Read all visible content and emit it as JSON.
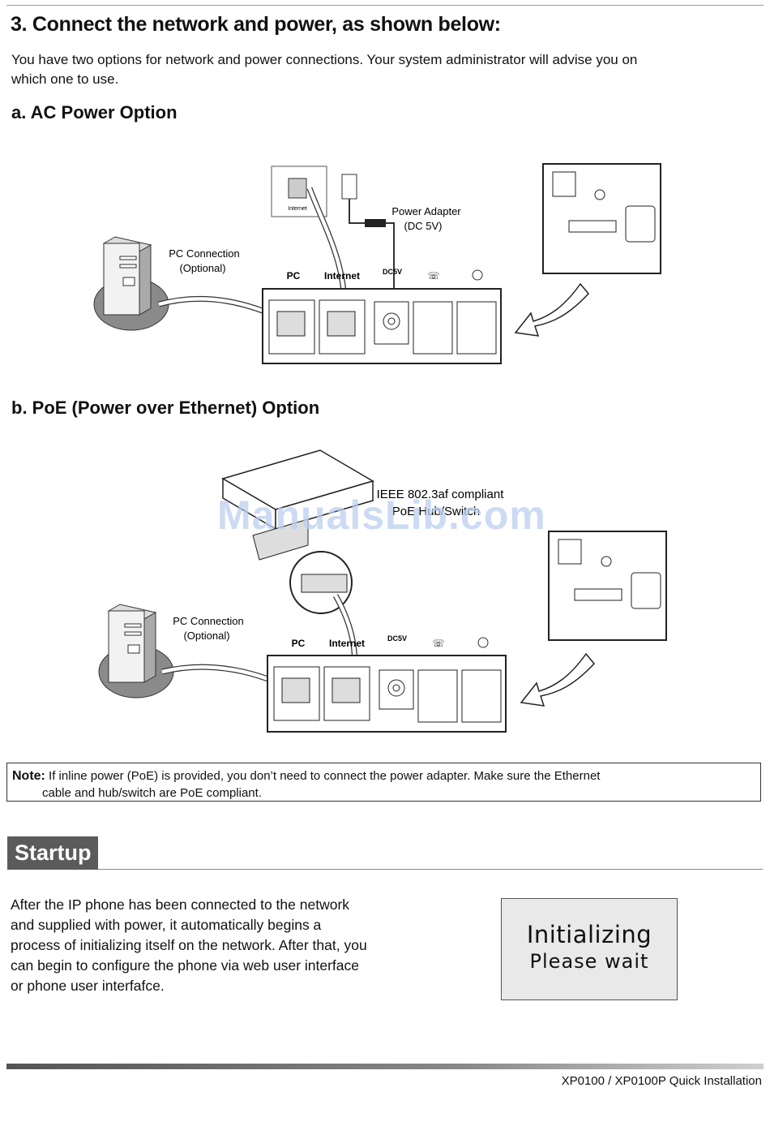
{
  "heading": "3. Connect the network and power, as shown below:",
  "intro": "You have two options for network and power connections. Your system administrator will advise you on which one to use.",
  "ac_option": {
    "title": "a.  AC Power Option",
    "internet_icon_label": "Internet",
    "power_adapter_label": "Power Adapter",
    "power_adapter_spec": "(DC 5V)",
    "pc_connection_label": "PC Connection",
    "pc_connection_optional": "(Optional)",
    "port_pc": "PC",
    "port_internet": "Internet",
    "port_dc": "DC5V"
  },
  "poe_option": {
    "title": "b.  PoE (Power over Ethernet) Option",
    "switch_label_1": "IEEE 802.3af compliant",
    "switch_label_2": "PoE Hub/Switch",
    "pc_connection_label": "PC Connection",
    "pc_connection_optional": "(Optional)",
    "port_pc": "PC",
    "port_internet": "Internet",
    "port_dc": "DC5V"
  },
  "watermark": "ManualsLib.com",
  "note": {
    "label": "Note:",
    "line1": " If inline power (PoE) is provided, you don’t need to connect the power adapter.  Make sure the Ethernet",
    "line2": "cable and hub/switch are PoE compliant."
  },
  "startup": {
    "title": "Startup",
    "text": "After the IP phone has been connected to the network and supplied with power, it automatically begins a process of initializing itself on the network. After that, you can begin to configure the phone via web user interface or phone user interfafce.",
    "lcd_line1": "Initializing",
    "lcd_line2": "Please wait"
  },
  "footer": "XP0100 / XP0100P Quick Installation"
}
